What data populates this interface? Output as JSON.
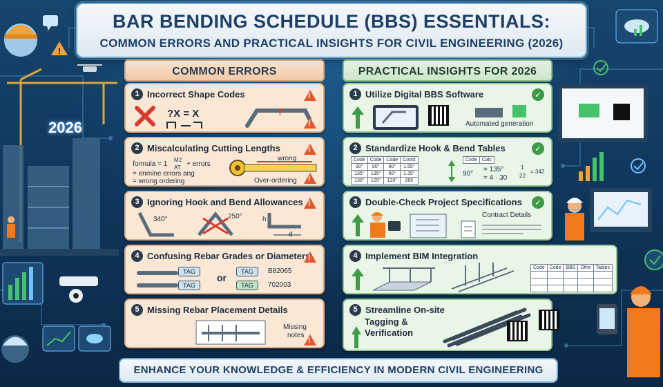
{
  "title": {
    "line1": "BAR BENDING SCHEDULE (BBS) ESSENTIALS:",
    "line2": "COMMON ERRORS AND PRACTICAL INSIGHTS FOR CIVIL ENGINEERING (2026)"
  },
  "year_badge": "2026",
  "left_column": {
    "header": "COMMON ERRORS",
    "items": [
      {
        "number": "1",
        "title": "Incorrect Shape Codes",
        "formula": "?X = X"
      },
      {
        "number": "2",
        "title": "Miscalculating Cutting Lengths",
        "formula_prefix": "formula = 1",
        "formula_frac_top": "M2",
        "formula_frac_bottom": "AT",
        "formula_suffix": "+ errors",
        "line_a": "= enmine errors ang",
        "line_b": "= wrong ordering",
        "tape_label_top": "wrong",
        "tape_label_bottom": "Over-ordering"
      },
      {
        "number": "3",
        "title": "Ignoring Hook and Bend Allowances",
        "angle_a": "340°",
        "angle_b": "250°",
        "dim_h": "h",
        "dim_d": "d"
      },
      {
        "number": "4",
        "title": "Confusing Rebar Grades or Diameters",
        "tag_label": "TAG",
        "or_label": "or",
        "code_a": "B82065",
        "code_b": "702003"
      },
      {
        "number": "5",
        "title": "Missing Rebar Placement Details",
        "note_line1": "Missing",
        "note_line2": "notes"
      }
    ]
  },
  "right_column": {
    "header": "PRACTICAL INSIGHTS FOR 2026",
    "items": [
      {
        "number": "1",
        "title": "Utilize Digital BBS Software",
        "caption": "Automated generation"
      },
      {
        "number": "2",
        "title": "Standardize Hook & Bend Tables",
        "table_headers": [
          "Code",
          "Code",
          "Code",
          "Coost"
        ],
        "table_rows": [
          [
            "90°",
            "90°",
            "90°",
            "1.55°"
          ],
          [
            "135°",
            "135°",
            "90°",
            "1.35°"
          ],
          [
            "130°",
            "125°",
            "120°",
            "265"
          ]
        ],
        "calc_headers": [
          "Code",
          "Calc"
        ],
        "calc_left": "90°",
        "calc_mid_a": "= 135°",
        "calc_mid_b": "= 4 · 30",
        "calc_frac_top": "1",
        "calc_frac_bottom": "22",
        "calc_tail": "= 342"
      },
      {
        "number": "3",
        "title": "Double-Check Project Specifications",
        "caption": "Contract Details"
      },
      {
        "number": "4",
        "title": "Implement BIM Integration",
        "bim_headers": [
          "Code",
          "Code",
          "BBS",
          "Othe",
          "Tables"
        ]
      },
      {
        "number": "5",
        "title_line1": "Streamline On-site",
        "title_line2": "Tagging &",
        "title_line3": "Verification"
      }
    ]
  },
  "footer": "ENHANCE YOUR KNOWLEDGE & EFFICIENCY IN MODERN CIVIL ENGINEERING",
  "colors": {
    "background": "#16456d",
    "error_card": "#fbe7d5",
    "insight_card": "#e9f5e6",
    "warning": "#e4572e",
    "check": "#3e9b45",
    "title_text": "#1e3f66"
  },
  "icons": [
    "warning-icon",
    "check-icon",
    "up-arrow-icon",
    "crane-icon",
    "drone-icon",
    "helmet-icon",
    "cloud-icon",
    "qr-code-icon",
    "chart-icon",
    "worker-icon"
  ]
}
